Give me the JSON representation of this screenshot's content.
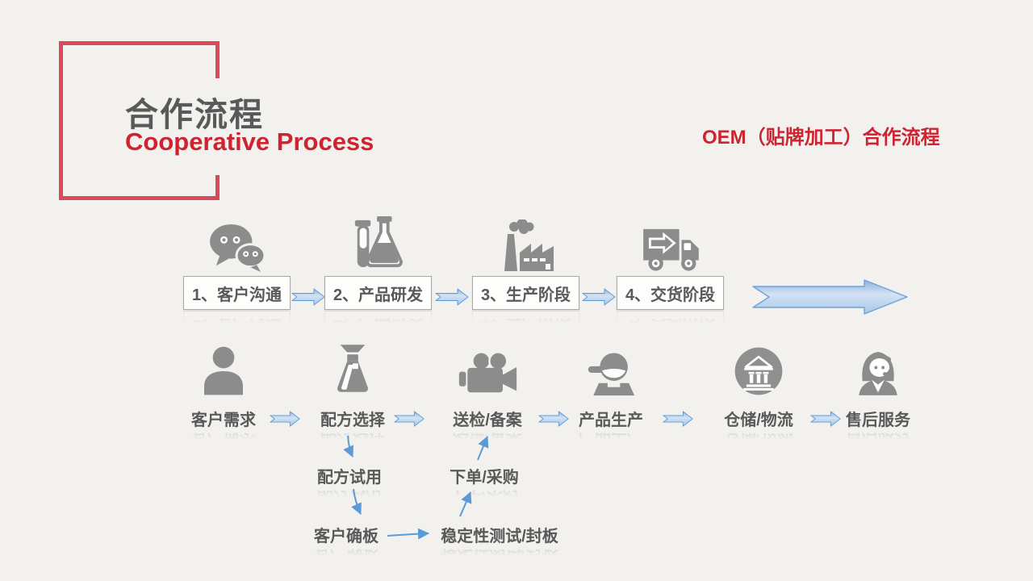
{
  "slide": {
    "title_cn": "合作流程",
    "title_en": "Cooperative Process",
    "corner_label": "OEM（贴牌加工）合作流程"
  },
  "top_flow": {
    "stages": [
      {
        "label": "1、客户沟通",
        "icon": "wechat-chat-icon"
      },
      {
        "label": "2、产品研发",
        "icon": "lab-flask-icon"
      },
      {
        "label": "3、生产阶段",
        "icon": "factory-icon"
      },
      {
        "label": "4、交货阶段",
        "icon": "delivery-truck-icon"
      }
    ],
    "forward_arrow_icon": "big-right-arrow"
  },
  "bottom_flow": {
    "steps": [
      {
        "label": "客户需求",
        "icon": "customer-person-icon"
      },
      {
        "label": "配方选择",
        "icon": "formula-flask-icon"
      },
      {
        "label": "送检/备案",
        "icon": "video-camera-icon"
      },
      {
        "label": "产品生产",
        "icon": "production-worker-icon"
      },
      {
        "label": "仓储/物流",
        "icon": "warehouse-bank-icon"
      },
      {
        "label": "售后服务",
        "icon": "customer-service-icon"
      }
    ],
    "branch": {
      "formula_trial": "配方试用",
      "customer_confirm": "客户确板",
      "stability_test": "稳定性测试/封板",
      "order_purchase": "下单/采购"
    }
  },
  "colors": {
    "background": "#f2f1ee",
    "accent_red": "#ce2431",
    "frame_red": "#d9485b",
    "title_gray": "#595959",
    "icon_gray": "#8c8c8c",
    "arrow_stroke_blue": "#5b9bd5",
    "arrow_fill_blue": "#b3cce9",
    "box_border": "#a9a9a9",
    "box_fill": "#fdfdfc"
  }
}
